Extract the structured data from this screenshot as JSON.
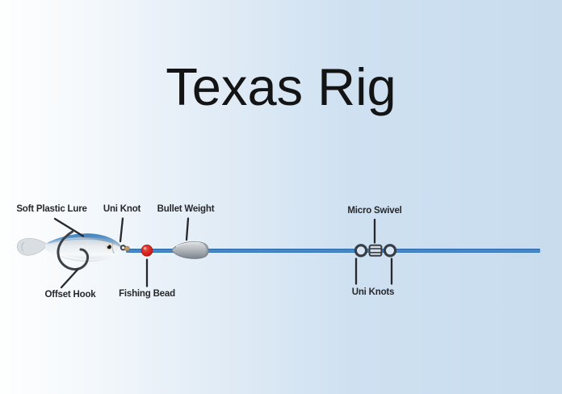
{
  "title": "Texas Rig",
  "diagram": {
    "labels": {
      "soft_plastic_lure": "Soft Plastic Lure",
      "uni_knot": "Uni Knot",
      "bullet_weight": "Bullet Weight",
      "micro_swivel": "Micro Swivel",
      "offset_hook": "Offset Hook",
      "fishing_bead": "Fishing Bead",
      "uni_knots": "Uni Knots"
    },
    "colors": {
      "background_left": "#fefefe",
      "background_right": "#c8dcee",
      "fishing_line_blue": "#3f82c6",
      "bead_red": "#d42323",
      "weight_gray": "#a8aeb4",
      "hook_dark": "#3d4249",
      "label_text": "#26282c",
      "title_text": "#141414"
    }
  }
}
